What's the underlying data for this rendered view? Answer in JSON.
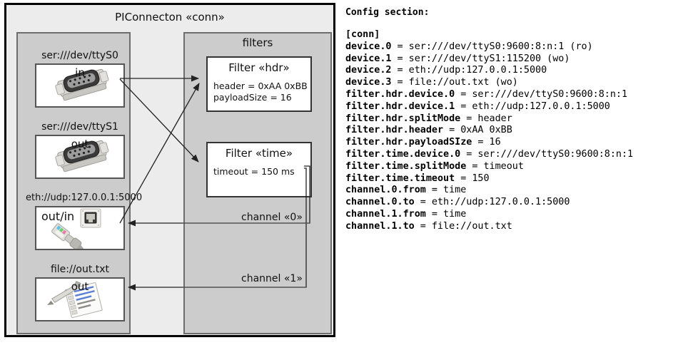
{
  "diagram": {
    "title": "PIConnecton «conn»",
    "devices_group": {
      "title": ""
    },
    "filters_group": {
      "title": "filters"
    },
    "devices": [
      {
        "caption": "ser:///dev/ttyS0",
        "label": "in",
        "icon": "serial-port-icon"
      },
      {
        "caption": "ser:///dev/ttyS1",
        "label": "out",
        "icon": "serial-port-icon"
      },
      {
        "caption": "eth://udp:127.0.0.1:5000",
        "label": "out/in",
        "icon": "ethernet-plug-icon"
      },
      {
        "caption": "file://out.txt",
        "label": "out",
        "icon": "text-document-icon"
      }
    ],
    "filters": [
      {
        "title": "Filter «hdr»",
        "props": [
          "header = 0xAA 0xBB",
          "payloadSize = 16"
        ]
      },
      {
        "title": "Filter «time»",
        "props": [
          "timeout = 150 ms"
        ]
      }
    ],
    "channels": [
      {
        "label": "channel «0»"
      },
      {
        "label": "channel «1»"
      }
    ],
    "colors": {
      "outer_fill": "#ececec",
      "group_fill": "#cccccc",
      "group_border": "#6e6e6e",
      "card_fill": "#ffffff",
      "line": "#222222"
    }
  },
  "config": {
    "heading": "Config section:",
    "lines": [
      "[conn]",
      "device.0 = ser:///dev/ttyS0:9600:8:n:1 (ro)",
      "device.1 = ser:///dev/ttyS1:115200 (wo)",
      "device.2 = eth://udp:127.0.0.1:5000",
      "device.3 = file://out.txt (wo)",
      "filter.hdr.device.0 = ser:///dev/ttyS0:9600:8:n:1",
      "filter.hdr.device.1 = eth://udp:127.0.0.1:5000",
      "filter.hdr.splitMode = header",
      "filter.hdr.header = 0xAA 0xBB",
      "filter.hdr.payloadSIze = 16",
      "filter.time.device.0 = ser:///dev/ttyS0:9600:8:n:1",
      "filter.time.splitMode = timeout",
      "filter.time.timeout = 150",
      "channel.0.from = time",
      "channel.0.to = eth://udp:127.0.0.1:5000",
      "channel.1.from = time",
      "channel.1.to = file://out.txt"
    ]
  }
}
